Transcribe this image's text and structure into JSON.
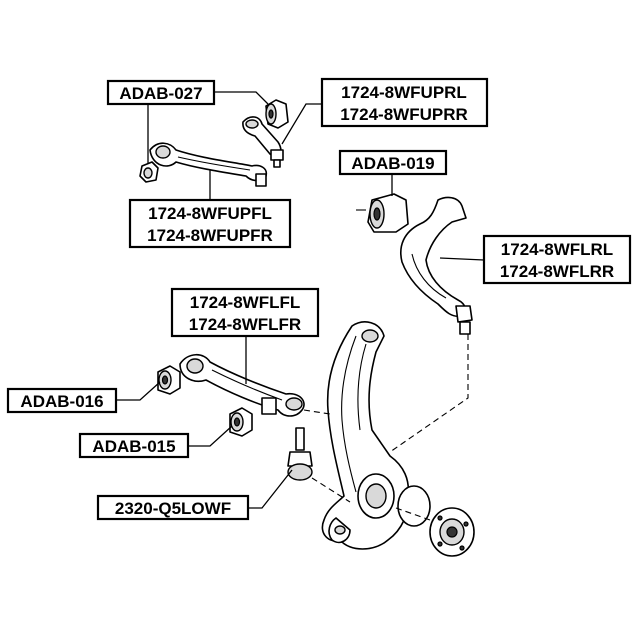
{
  "labels": {
    "adab_027": "ADAB-027",
    "upper_rear_l": "1724-8WFUPRL",
    "upper_rear_r": "1724-8WFUPRR",
    "upper_front_l": "1724-8WFUPFL",
    "upper_front_r": "1724-8WFUPFR",
    "adab_019": "ADAB-019",
    "lower_rear_l": "1724-8WFLRL",
    "lower_rear_r": "1724-8WFLRR",
    "lower_front_l": "1724-8WFLFL",
    "lower_front_r": "1724-8WFLFR",
    "adab_016": "ADAB-016",
    "adab_015": "ADAB-015",
    "ball_joint": "2320-Q5LOWF"
  }
}
